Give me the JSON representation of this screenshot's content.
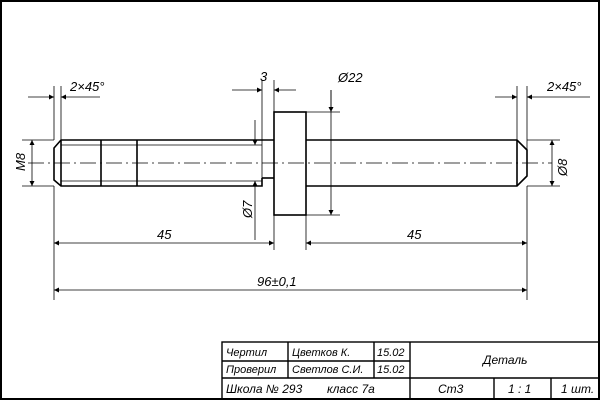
{
  "dimensions": {
    "chamfer_left": "2×45°",
    "chamfer_right": "2×45°",
    "collar_width": "3",
    "collar_diameter": "Ø22",
    "neck_diameter": "Ø7",
    "thread": "M8",
    "shaft_diameter": "Ø8",
    "left_length": "45",
    "right_length": "45",
    "overall_length": "96±0,1"
  },
  "title_block": {
    "row1_role": "Чертил",
    "row1_name": "Цветков К.",
    "row1_date": "15.02",
    "row2_role": "Проверил",
    "row2_name": "Светлов С.И.",
    "row2_date": "15.02",
    "school": "Школа № 293",
    "class": "класс 7а",
    "part_name": "Деталь",
    "material": "Ст3",
    "scale": "1 : 1",
    "quantity": "1 шт."
  }
}
